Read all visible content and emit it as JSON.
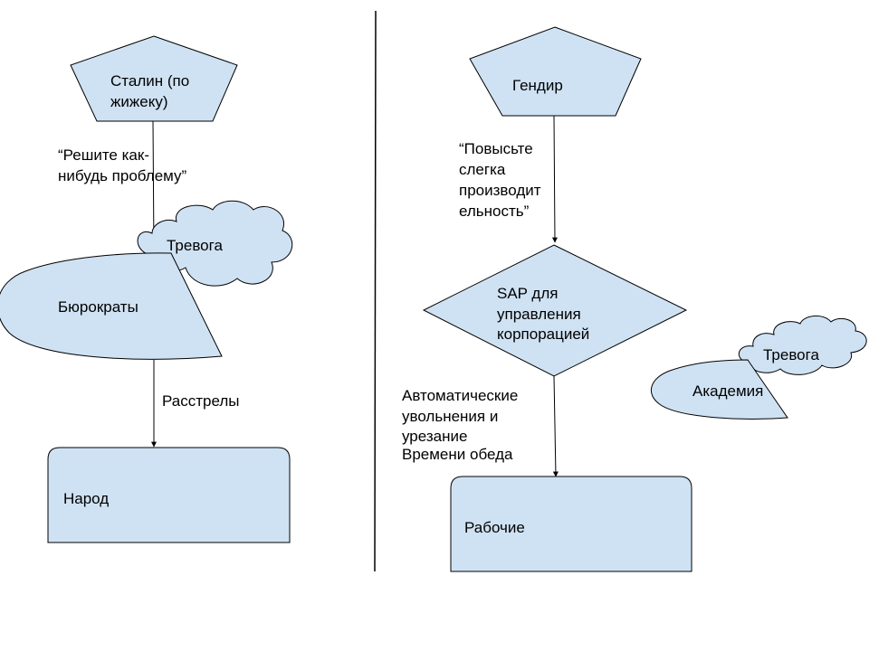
{
  "colors": {
    "shape_fill": "#cfe2f3",
    "stroke": "#000000",
    "background": "#ffffff"
  },
  "left": {
    "top_node": {
      "shape": "pentagon",
      "lines": [
        "Сталин (по",
        "жижеку)"
      ]
    },
    "instruction": {
      "lines": [
        "“Решите как-",
        "нибудь проблему”"
      ]
    },
    "cloud": {
      "shape": "cloud",
      "lines": [
        "Тревога"
      ]
    },
    "middle_node": {
      "shape": "ellipse-cut",
      "lines": [
        "Бюрократы"
      ]
    },
    "action": {
      "lines": [
        "Расстрелы"
      ]
    },
    "bottom_node": {
      "shape": "rounded-top-rect",
      "lines": [
        "Народ"
      ]
    }
  },
  "right": {
    "top_node": {
      "shape": "pentagon",
      "lines": [
        "Гендир"
      ]
    },
    "instruction": {
      "lines": [
        "“Повысьте",
        "слегка",
        "производит",
        "ельность”"
      ]
    },
    "middle_node": {
      "shape": "diamond",
      "lines": [
        "SAP для",
        "управления",
        "корпорацией"
      ]
    },
    "action": {
      "lines": [
        "Автоматические",
        "увольнения и",
        "урезание",
        "Времени обеда"
      ]
    },
    "cloud": {
      "shape": "cloud",
      "lines": [
        "Тревога"
      ]
    },
    "side_node": {
      "shape": "ellipse-cut",
      "lines": [
        "Академия"
      ]
    },
    "bottom_node": {
      "shape": "rounded-top-rect",
      "lines": [
        "Рабочие"
      ]
    }
  }
}
